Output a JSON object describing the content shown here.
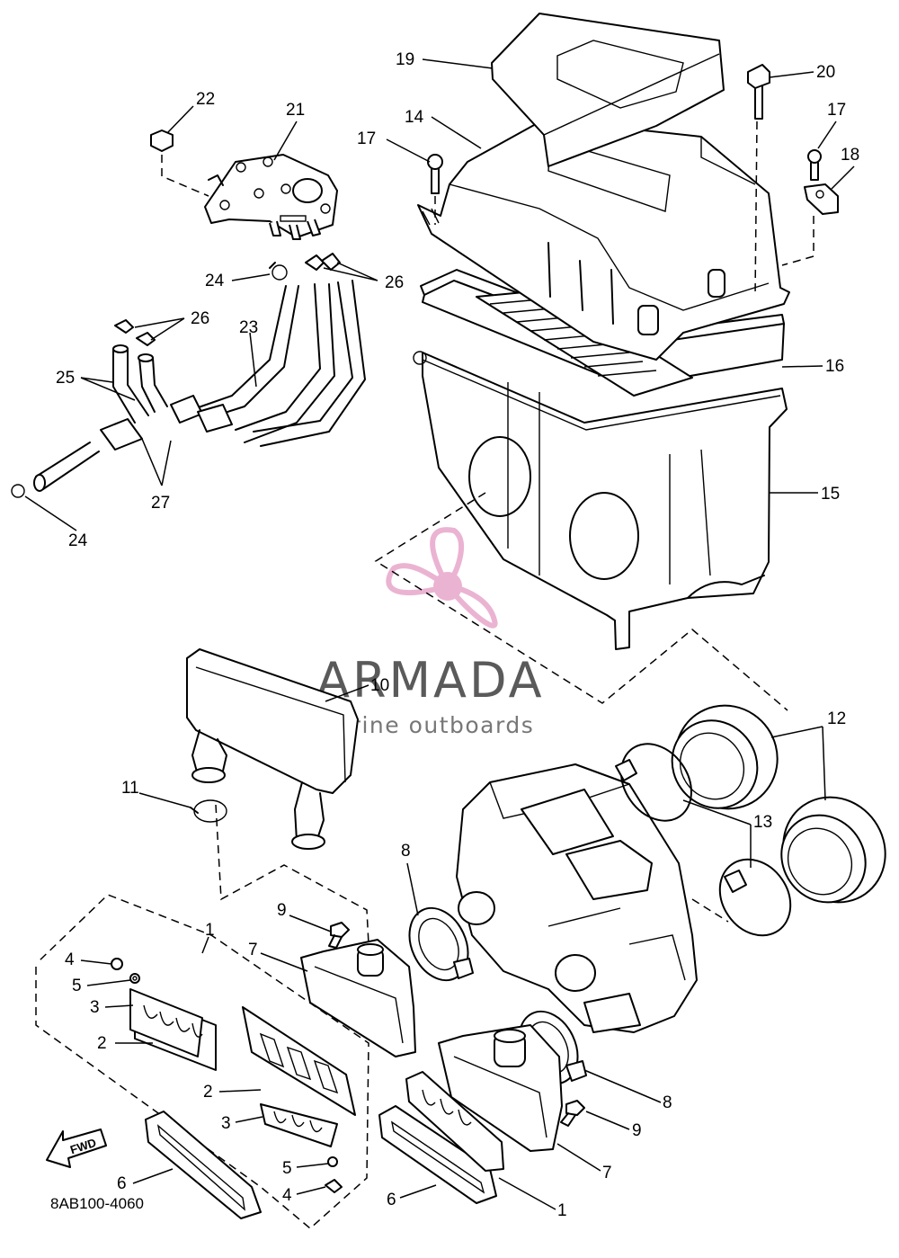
{
  "watermark": {
    "brand": "ARMADA",
    "tagline": "marine outboards",
    "logo_color": "#e8a6cb"
  },
  "diagram_code": "8AB100-4060",
  "fwd_label": "FWD",
  "callouts": {
    "c1a": "1",
    "c1b": "1",
    "c2a": "2",
    "c2b": "2",
    "c3a": "3",
    "c3b": "3",
    "c4a": "4",
    "c4b": "4",
    "c5a": "5",
    "c5b": "5",
    "c6a": "6",
    "c6b": "6",
    "c7a": "7",
    "c7b": "7",
    "c8a": "8",
    "c8b": "8",
    "c9a": "9",
    "c9b": "9",
    "c10": "10",
    "c11": "11",
    "c12": "12",
    "c13": "13",
    "c14": "14",
    "c15": "15",
    "c16": "16",
    "c17a": "17",
    "c17b": "17",
    "c18": "18",
    "c19": "19",
    "c20": "20",
    "c21": "21",
    "c22": "22",
    "c23": "23",
    "c24a": "24",
    "c24b": "24",
    "c25": "25",
    "c26a": "26",
    "c26b": "26",
    "c27": "27"
  }
}
